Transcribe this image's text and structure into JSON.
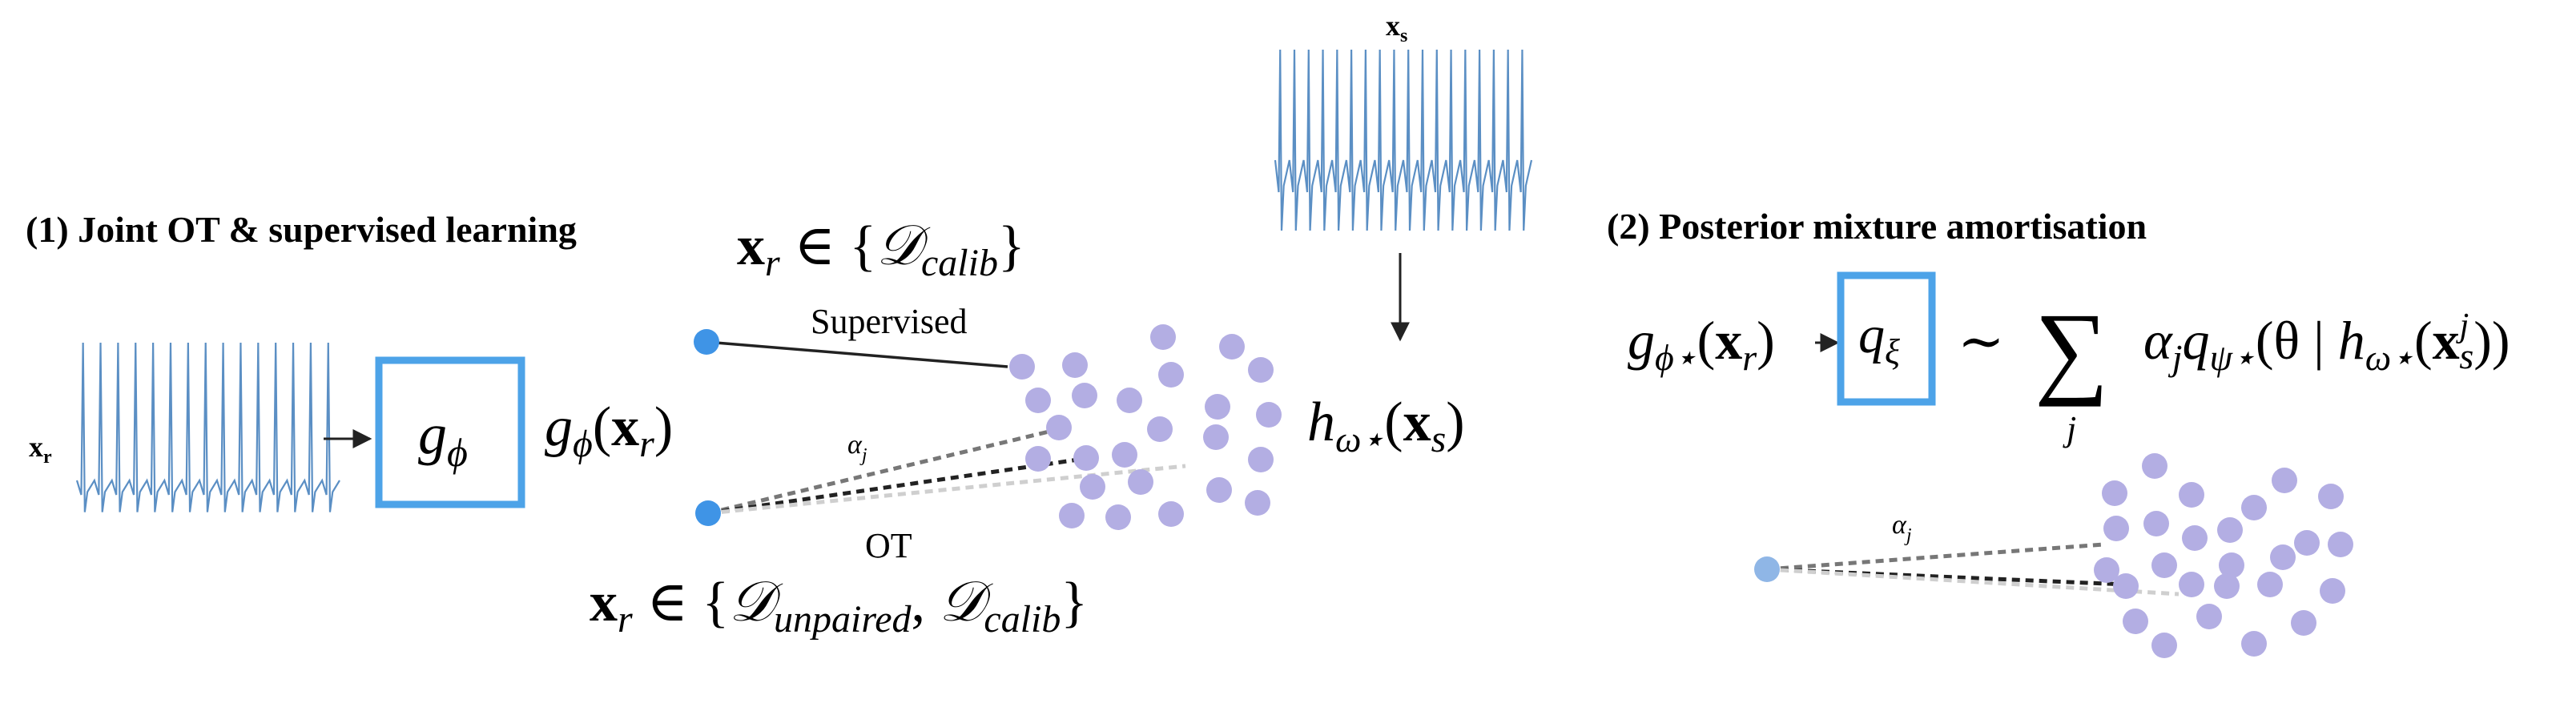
{
  "panel1": {
    "title": "(1) Joint OT & supervised learning",
    "xr_label": "x",
    "xr_sub": "r",
    "xs_label": "x",
    "xs_sub": "s",
    "encoder_box": {
      "sym": "g",
      "sub": "ϕ"
    },
    "encoder_output": {
      "g": "g",
      "phi": "ϕ",
      "open": "(",
      "x": "x",
      "r": "r",
      "close": ")"
    },
    "calib_set": {
      "x": "x",
      "r": "r",
      "rel": " ∈ {",
      "D": "𝒟",
      "sub": "calib",
      "close": "}"
    },
    "supervised_label": "Supervised",
    "ot_label": "OT",
    "alpha": {
      "a": "α",
      "j": "j"
    },
    "unpaired_set": {
      "x": "x",
      "r": "r",
      "rel": " ∈ {",
      "D1": "𝒟",
      "sub1": "unpaired",
      "comma": ", ",
      "D2": "𝒟",
      "sub2": "calib",
      "close": "}"
    },
    "sim_embedding": {
      "h": "h",
      "sub": "ω⋆",
      "open": "(",
      "x": "x",
      "s": "s",
      "close": ")"
    }
  },
  "panel2": {
    "title": "(2) Posterior mixture amortisation",
    "lhs": {
      "g": "g",
      "sub": "ϕ⋆",
      "open": "(",
      "x": "x",
      "r": "r",
      "close": ")"
    },
    "box": {
      "q": "q",
      "sub": "ξ"
    },
    "tilde": "∼",
    "sum": "∑",
    "sum_index": "j",
    "rhs": {
      "alpha": "α",
      "j": "j",
      "q": "q",
      "qsub": "ψ⋆",
      "theta_part": "(θ | ",
      "h": "h",
      "hsub": "ω⋆",
      "open": "(",
      "x": "x",
      "sup": "j",
      "s": "s",
      "close": "))"
    },
    "alpha": {
      "a": "α",
      "j": "j"
    }
  },
  "colors": {
    "accent_blue": "#4da3e8",
    "signal_blue": "#5b8fc4",
    "dot_purple": "#b3aee3",
    "origin_blue": "#3f94e6",
    "origin_faded": "#8fb6e6",
    "line_dark": "#222222",
    "line_mid": "#777777",
    "line_light": "#cfcfcf"
  },
  "icons": [
    "signal-trace",
    "encoder-box",
    "arrow",
    "dot-cloud"
  ]
}
